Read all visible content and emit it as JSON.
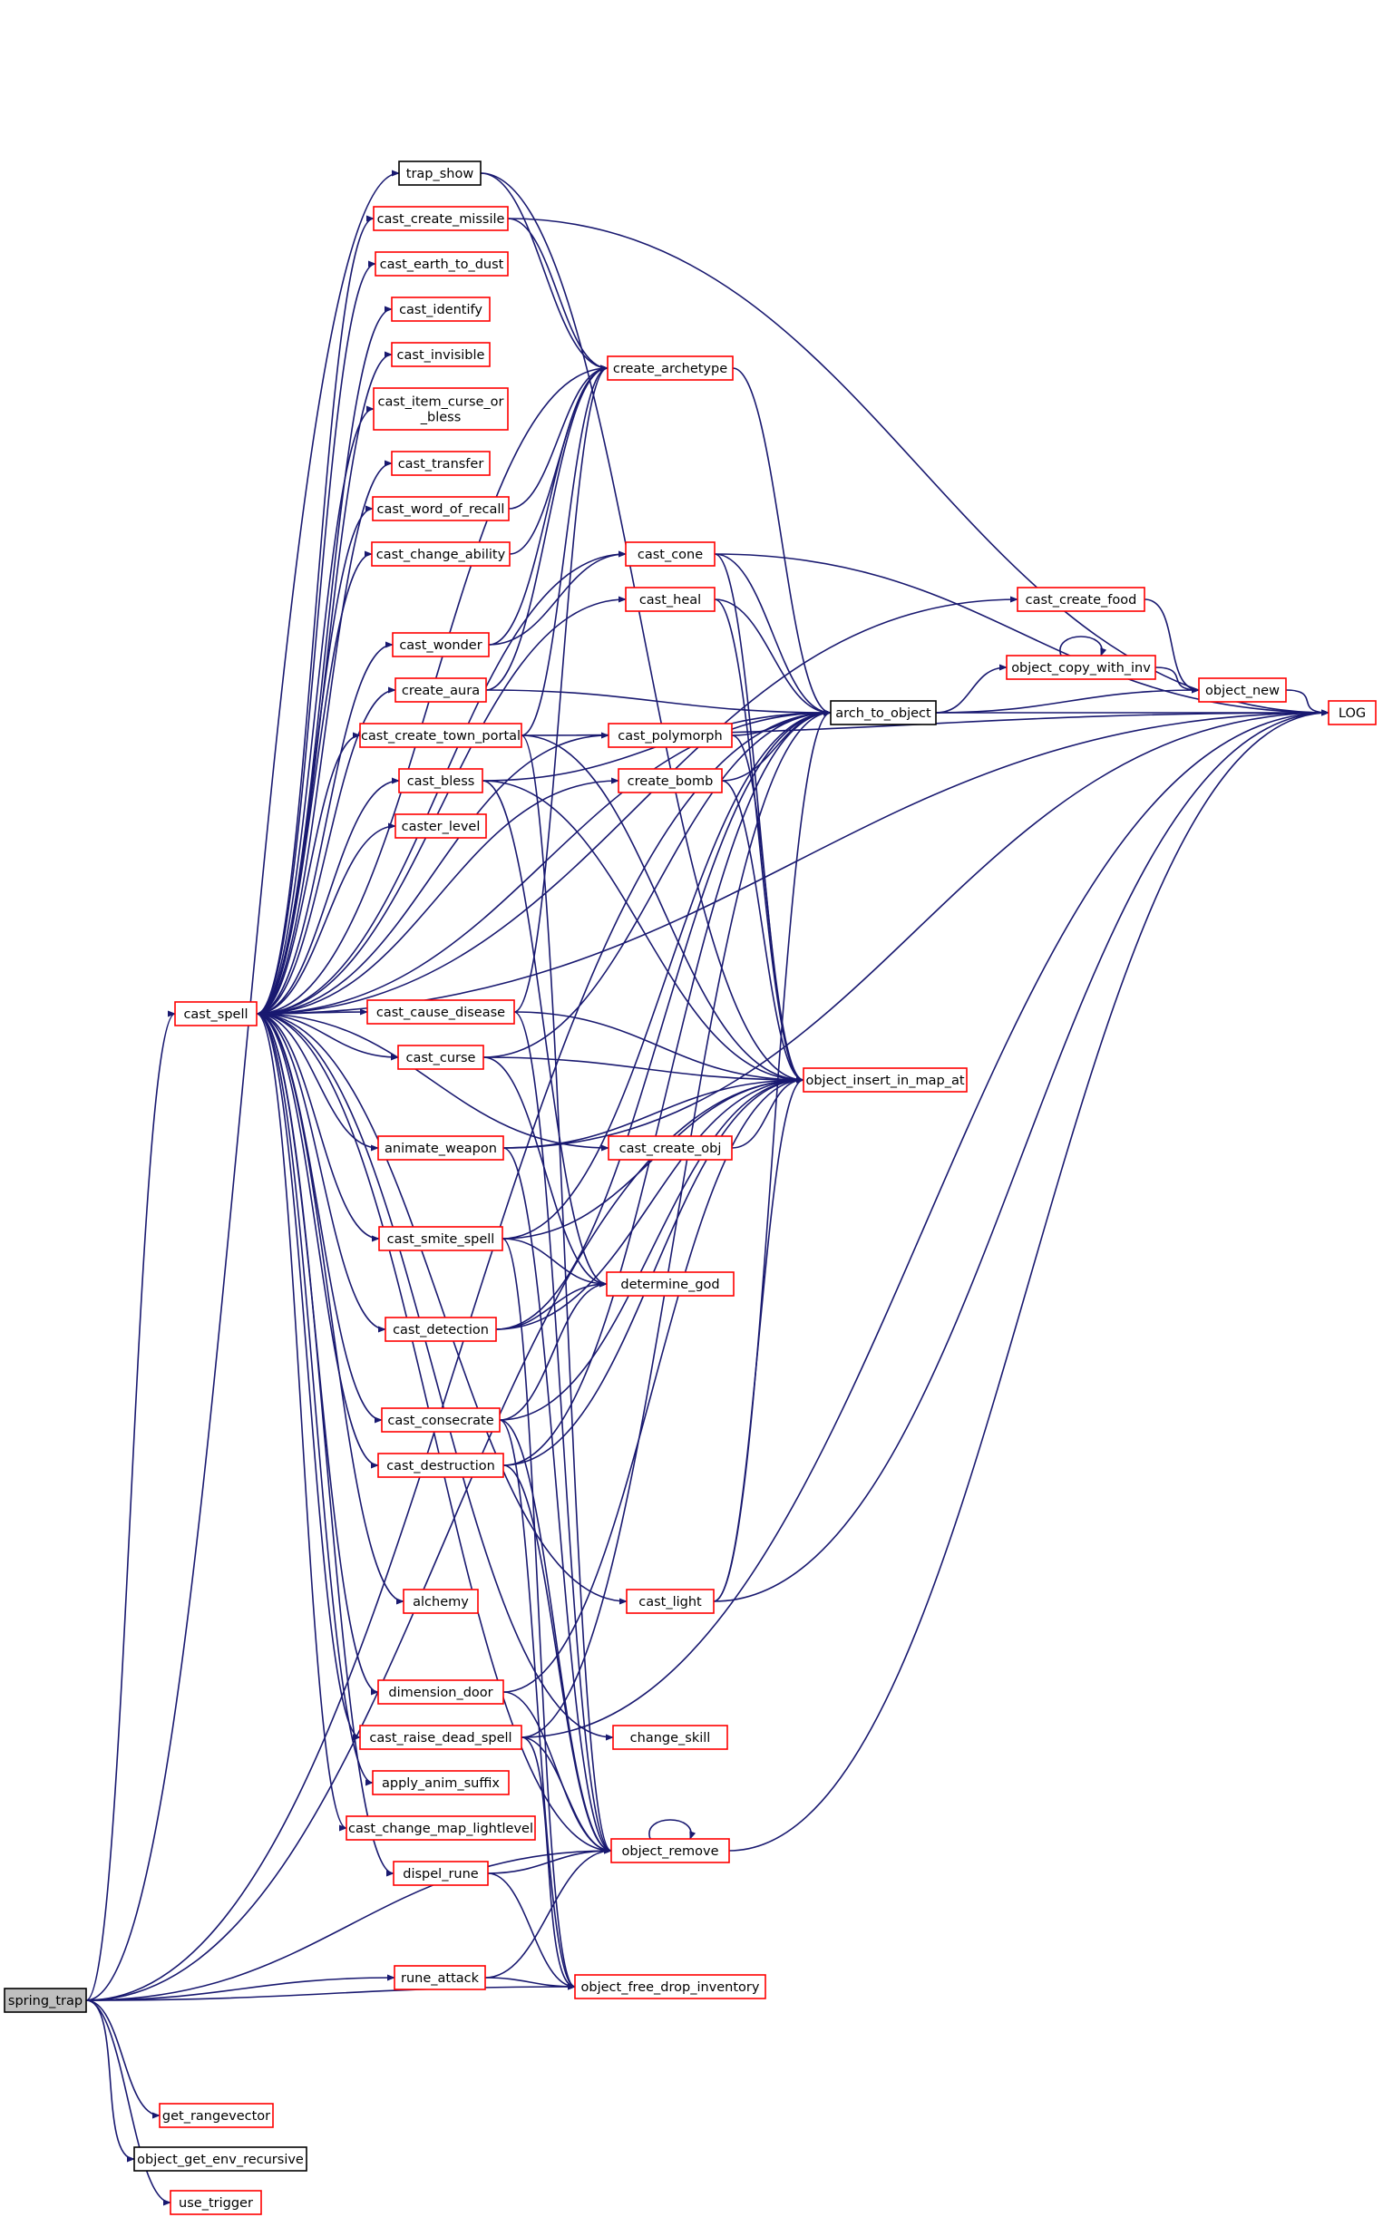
{
  "colors": {
    "edge": "#191970",
    "node_border_red": "#ff0000",
    "node_border_black": "#000000",
    "root_fill": "#bfbfbf"
  },
  "nodes": [
    {
      "id": "spring_trap",
      "label": "spring_trap",
      "border": "black",
      "root": true
    },
    {
      "id": "trap_show",
      "label": "trap_show",
      "border": "black"
    },
    {
      "id": "cast_spell",
      "label": "cast_spell",
      "border": "red"
    },
    {
      "id": "rune_attack",
      "label": "rune_attack",
      "border": "red"
    },
    {
      "id": "get_rangevector",
      "label": "get_rangevector",
      "border": "red"
    },
    {
      "id": "object_get_env_recursive",
      "label": "object_get_env_recursive",
      "border": "black"
    },
    {
      "id": "use_trigger",
      "label": "use_trigger",
      "border": "red"
    },
    {
      "id": "cast_create_missile",
      "label": "cast_create_missile",
      "border": "red"
    },
    {
      "id": "cast_earth_to_dust",
      "label": "cast_earth_to_dust",
      "border": "red"
    },
    {
      "id": "cast_identify",
      "label": "cast_identify",
      "border": "red"
    },
    {
      "id": "cast_invisible",
      "label": "cast_invisible",
      "border": "red"
    },
    {
      "id": "cast_item_curse_or_bless",
      "label": [
        "cast_item_curse_or",
        "_bless"
      ],
      "border": "red"
    },
    {
      "id": "cast_transfer",
      "label": "cast_transfer",
      "border": "red"
    },
    {
      "id": "cast_word_of_recall",
      "label": "cast_word_of_recall",
      "border": "red"
    },
    {
      "id": "cast_change_ability",
      "label": "cast_change_ability",
      "border": "red"
    },
    {
      "id": "cast_wonder",
      "label": "cast_wonder",
      "border": "red"
    },
    {
      "id": "create_aura",
      "label": "create_aura",
      "border": "red"
    },
    {
      "id": "cast_create_town_portal",
      "label": "cast_create_town_portal",
      "border": "red"
    },
    {
      "id": "cast_bless",
      "label": "cast_bless",
      "border": "red"
    },
    {
      "id": "caster_level",
      "label": "caster_level",
      "border": "red"
    },
    {
      "id": "cast_cause_disease",
      "label": "cast_cause_disease",
      "border": "red"
    },
    {
      "id": "cast_curse",
      "label": "cast_curse",
      "border": "red"
    },
    {
      "id": "animate_weapon",
      "label": "animate_weapon",
      "border": "red"
    },
    {
      "id": "cast_smite_spell",
      "label": "cast_smite_spell",
      "border": "red"
    },
    {
      "id": "cast_detection",
      "label": "cast_detection",
      "border": "red"
    },
    {
      "id": "cast_consecrate",
      "label": "cast_consecrate",
      "border": "red"
    },
    {
      "id": "cast_destruction",
      "label": "cast_destruction",
      "border": "red"
    },
    {
      "id": "alchemy",
      "label": "alchemy",
      "border": "red"
    },
    {
      "id": "dimension_door",
      "label": "dimension_door",
      "border": "red"
    },
    {
      "id": "cast_raise_dead_spell",
      "label": "cast_raise_dead_spell",
      "border": "red"
    },
    {
      "id": "apply_anim_suffix",
      "label": "apply_anim_suffix",
      "border": "red"
    },
    {
      "id": "cast_change_map_lightlevel",
      "label": "cast_change_map_lightlevel",
      "border": "red"
    },
    {
      "id": "dispel_rune",
      "label": "dispel_rune",
      "border": "red"
    },
    {
      "id": "create_archetype",
      "label": "create_archetype",
      "border": "red"
    },
    {
      "id": "cast_cone",
      "label": "cast_cone",
      "border": "red"
    },
    {
      "id": "cast_heal",
      "label": "cast_heal",
      "border": "red"
    },
    {
      "id": "cast_polymorph",
      "label": "cast_polymorph",
      "border": "red"
    },
    {
      "id": "create_bomb",
      "label": "create_bomb",
      "border": "red"
    },
    {
      "id": "cast_create_obj",
      "label": "cast_create_obj",
      "border": "red"
    },
    {
      "id": "determine_god",
      "label": "determine_god",
      "border": "red"
    },
    {
      "id": "cast_light",
      "label": "cast_light",
      "border": "red"
    },
    {
      "id": "change_skill",
      "label": "change_skill",
      "border": "red"
    },
    {
      "id": "object_remove",
      "label": "object_remove",
      "border": "red"
    },
    {
      "id": "object_free_drop_inventory",
      "label": "object_free_drop_inventory",
      "border": "red"
    },
    {
      "id": "arch_to_object",
      "label": "arch_to_object",
      "border": "black"
    },
    {
      "id": "object_insert_in_map_at",
      "label": "object_insert_in_map_at",
      "border": "red"
    },
    {
      "id": "cast_create_food",
      "label": "cast_create_food",
      "border": "red"
    },
    {
      "id": "object_copy_with_inv",
      "label": "object_copy_with_inv",
      "border": "red"
    },
    {
      "id": "object_new",
      "label": "object_new",
      "border": "red"
    },
    {
      "id": "LOG",
      "label": "LOG",
      "border": "red"
    }
  ],
  "edges": [
    [
      "spring_trap",
      "trap_show"
    ],
    [
      "spring_trap",
      "cast_spell"
    ],
    [
      "spring_trap",
      "object_remove"
    ],
    [
      "spring_trap",
      "rune_attack"
    ],
    [
      "spring_trap",
      "object_free_drop_inventory"
    ],
    [
      "spring_trap",
      "object_insert_in_map_at"
    ],
    [
      "spring_trap",
      "get_rangevector"
    ],
    [
      "spring_trap",
      "object_get_env_recursive"
    ],
    [
      "spring_trap",
      "use_trigger"
    ],
    [
      "spring_trap",
      "arch_to_object"
    ],
    [
      "trap_show",
      "create_archetype"
    ],
    [
      "trap_show",
      "object_insert_in_map_at"
    ],
    [
      "cast_spell",
      "cast_create_missile"
    ],
    [
      "cast_spell",
      "cast_earth_to_dust"
    ],
    [
      "cast_spell",
      "cast_identify"
    ],
    [
      "cast_spell",
      "cast_invisible"
    ],
    [
      "cast_spell",
      "cast_item_curse_or_bless"
    ],
    [
      "cast_spell",
      "cast_transfer"
    ],
    [
      "cast_spell",
      "cast_word_of_recall"
    ],
    [
      "cast_spell",
      "cast_change_ability"
    ],
    [
      "cast_spell",
      "cast_wonder"
    ],
    [
      "cast_spell",
      "create_aura"
    ],
    [
      "cast_spell",
      "cast_create_town_portal"
    ],
    [
      "cast_spell",
      "cast_bless"
    ],
    [
      "cast_spell",
      "caster_level"
    ],
    [
      "cast_spell",
      "cast_cause_disease"
    ],
    [
      "cast_spell",
      "cast_curse"
    ],
    [
      "cast_spell",
      "animate_weapon"
    ],
    [
      "cast_spell",
      "cast_smite_spell"
    ],
    [
      "cast_spell",
      "cast_detection"
    ],
    [
      "cast_spell",
      "cast_consecrate"
    ],
    [
      "cast_spell",
      "cast_destruction"
    ],
    [
      "cast_spell",
      "alchemy"
    ],
    [
      "cast_spell",
      "dimension_door"
    ],
    [
      "cast_spell",
      "cast_raise_dead_spell"
    ],
    [
      "cast_spell",
      "apply_anim_suffix"
    ],
    [
      "cast_spell",
      "cast_change_map_lightlevel"
    ],
    [
      "cast_spell",
      "dispel_rune"
    ],
    [
      "cast_spell",
      "create_archetype"
    ],
    [
      "cast_spell",
      "cast_cone"
    ],
    [
      "cast_spell",
      "cast_heal"
    ],
    [
      "cast_spell",
      "cast_polymorph"
    ],
    [
      "cast_spell",
      "create_bomb"
    ],
    [
      "cast_spell",
      "cast_create_obj"
    ],
    [
      "cast_spell",
      "cast_light"
    ],
    [
      "cast_spell",
      "change_skill"
    ],
    [
      "cast_spell",
      "object_remove"
    ],
    [
      "cast_spell",
      "cast_create_food"
    ],
    [
      "cast_spell",
      "LOG"
    ],
    [
      "cast_spell",
      "arch_to_object"
    ],
    [
      "cast_create_missile",
      "create_archetype"
    ],
    [
      "cast_create_missile",
      "LOG"
    ],
    [
      "cast_word_of_recall",
      "create_archetype"
    ],
    [
      "cast_change_ability",
      "create_archetype"
    ],
    [
      "cast_wonder",
      "cast_cone"
    ],
    [
      "cast_wonder",
      "create_archetype"
    ],
    [
      "create_aura",
      "create_archetype"
    ],
    [
      "create_aura",
      "arch_to_object"
    ],
    [
      "cast_create_town_portal",
      "create_archetype"
    ],
    [
      "cast_create_town_portal",
      "object_insert_in_map_at"
    ],
    [
      "cast_create_town_portal",
      "object_remove"
    ],
    [
      "cast_create_town_portal",
      "LOG"
    ],
    [
      "cast_bless",
      "determine_god"
    ],
    [
      "cast_bless",
      "object_insert_in_map_at"
    ],
    [
      "cast_bless",
      "arch_to_object"
    ],
    [
      "cast_cause_disease",
      "object_insert_in_map_at"
    ],
    [
      "cast_cause_disease",
      "create_archetype"
    ],
    [
      "cast_cause_disease",
      "object_remove"
    ],
    [
      "cast_curse",
      "determine_god"
    ],
    [
      "cast_curse",
      "object_insert_in_map_at"
    ],
    [
      "cast_curse",
      "arch_to_object"
    ],
    [
      "animate_weapon",
      "object_insert_in_map_at"
    ],
    [
      "animate_weapon",
      "LOG"
    ],
    [
      "animate_weapon",
      "object_remove"
    ],
    [
      "cast_smite_spell",
      "determine_god"
    ],
    [
      "cast_smite_spell",
      "object_insert_in_map_at"
    ],
    [
      "cast_smite_spell",
      "arch_to_object"
    ],
    [
      "cast_smite_spell",
      "object_free_drop_inventory"
    ],
    [
      "cast_detection",
      "determine_god"
    ],
    [
      "cast_detection",
      "arch_to_object"
    ],
    [
      "cast_detection",
      "object_insert_in_map_at"
    ],
    [
      "cast_consecrate",
      "determine_god"
    ],
    [
      "cast_consecrate",
      "object_insert_in_map_at"
    ],
    [
      "cast_consecrate",
      "object_remove"
    ],
    [
      "cast_consecrate",
      "object_free_drop_inventory"
    ],
    [
      "cast_destruction",
      "arch_to_object"
    ],
    [
      "cast_destruction",
      "object_insert_in_map_at"
    ],
    [
      "cast_destruction",
      "object_remove"
    ],
    [
      "dimension_door",
      "object_remove"
    ],
    [
      "dimension_door",
      "object_insert_in_map_at"
    ],
    [
      "cast_raise_dead_spell",
      "object_remove"
    ],
    [
      "cast_raise_dead_spell",
      "object_free_drop_inventory"
    ],
    [
      "cast_raise_dead_spell",
      "LOG"
    ],
    [
      "cast_raise_dead_spell",
      "arch_to_object"
    ],
    [
      "dispel_rune",
      "object_remove"
    ],
    [
      "dispel_rune",
      "object_free_drop_inventory"
    ],
    [
      "rune_attack",
      "object_remove"
    ],
    [
      "rune_attack",
      "object_free_drop_inventory"
    ],
    [
      "create_archetype",
      "arch_to_object"
    ],
    [
      "cast_cone",
      "arch_to_object"
    ],
    [
      "cast_cone",
      "object_insert_in_map_at"
    ],
    [
      "cast_cone",
      "LOG"
    ],
    [
      "cast_heal",
      "arch_to_object"
    ],
    [
      "cast_heal",
      "object_insert_in_map_at"
    ],
    [
      "cast_polymorph",
      "arch_to_object"
    ],
    [
      "cast_polymorph",
      "object_insert_in_map_at"
    ],
    [
      "create_bomb",
      "arch_to_object"
    ],
    [
      "create_bomb",
      "object_insert_in_map_at"
    ],
    [
      "cast_create_obj",
      "object_insert_in_map_at"
    ],
    [
      "cast_light",
      "arch_to_object"
    ],
    [
      "cast_light",
      "object_insert_in_map_at"
    ],
    [
      "cast_light",
      "LOG"
    ],
    [
      "object_remove",
      "object_remove"
    ],
    [
      "object_remove",
      "LOG"
    ],
    [
      "arch_to_object",
      "object_copy_with_inv"
    ],
    [
      "arch_to_object",
      "object_new"
    ],
    [
      "arch_to_object",
      "LOG"
    ],
    [
      "cast_create_food",
      "object_new"
    ],
    [
      "object_copy_with_inv",
      "object_copy_with_inv"
    ],
    [
      "object_copy_with_inv",
      "object_new"
    ],
    [
      "object_new",
      "LOG"
    ]
  ]
}
